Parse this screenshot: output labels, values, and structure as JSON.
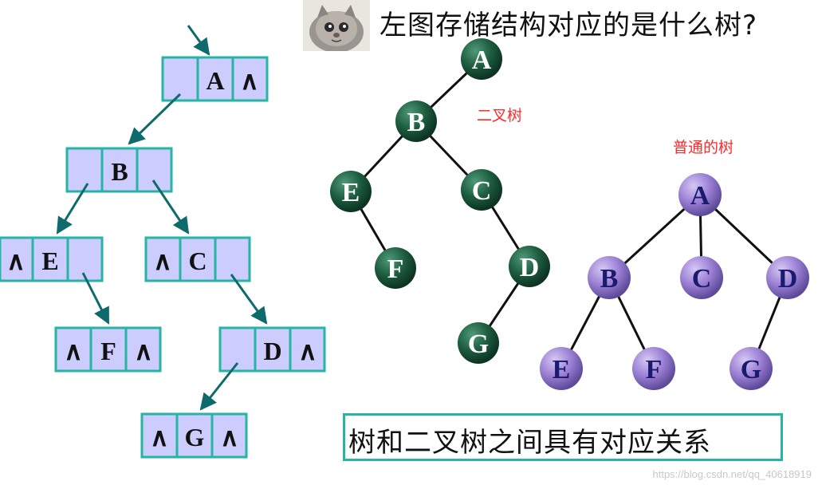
{
  "question": "左图存储结构对应的是什么树?",
  "label_binary": "二叉树",
  "label_general": "普通的树",
  "summary": "树和二叉树之间具有对应关系",
  "watermark": "https://blog.csdn.net/qq_40618919",
  "null_symbol": "∧",
  "storage_nodes": [
    {
      "id": "A",
      "left": "",
      "right": "∧"
    },
    {
      "id": "B",
      "left": "",
      "right": ""
    },
    {
      "id": "E",
      "left": "∧",
      "right": ""
    },
    {
      "id": "C",
      "left": "∧",
      "right": ""
    },
    {
      "id": "F",
      "left": "∧",
      "right": "∧"
    },
    {
      "id": "D",
      "left": "",
      "right": "∧"
    },
    {
      "id": "G",
      "left": "∧",
      "right": "∧"
    }
  ],
  "binary_tree": {
    "nodes": [
      "A",
      "B",
      "E",
      "C",
      "F",
      "D",
      "G"
    ],
    "edges": [
      [
        "A",
        "B"
      ],
      [
        "B",
        "E"
      ],
      [
        "B",
        "C"
      ],
      [
        "E",
        "F"
      ],
      [
        "C",
        "D"
      ],
      [
        "D",
        "G"
      ]
    ]
  },
  "general_tree": {
    "nodes": [
      "A",
      "B",
      "C",
      "D",
      "E",
      "F",
      "G"
    ],
    "edges": [
      [
        "A",
        "B"
      ],
      [
        "A",
        "C"
      ],
      [
        "A",
        "D"
      ],
      [
        "B",
        "E"
      ],
      [
        "B",
        "F"
      ],
      [
        "D",
        "G"
      ]
    ]
  },
  "colors": {
    "cell_fill": "#ccccff",
    "cell_border": "#26b5a3",
    "arrow": "#0f6b6b",
    "binary_node": "#1d5c3f",
    "general_node": "#9b7fd4",
    "general_text": "#1a1a6e"
  }
}
